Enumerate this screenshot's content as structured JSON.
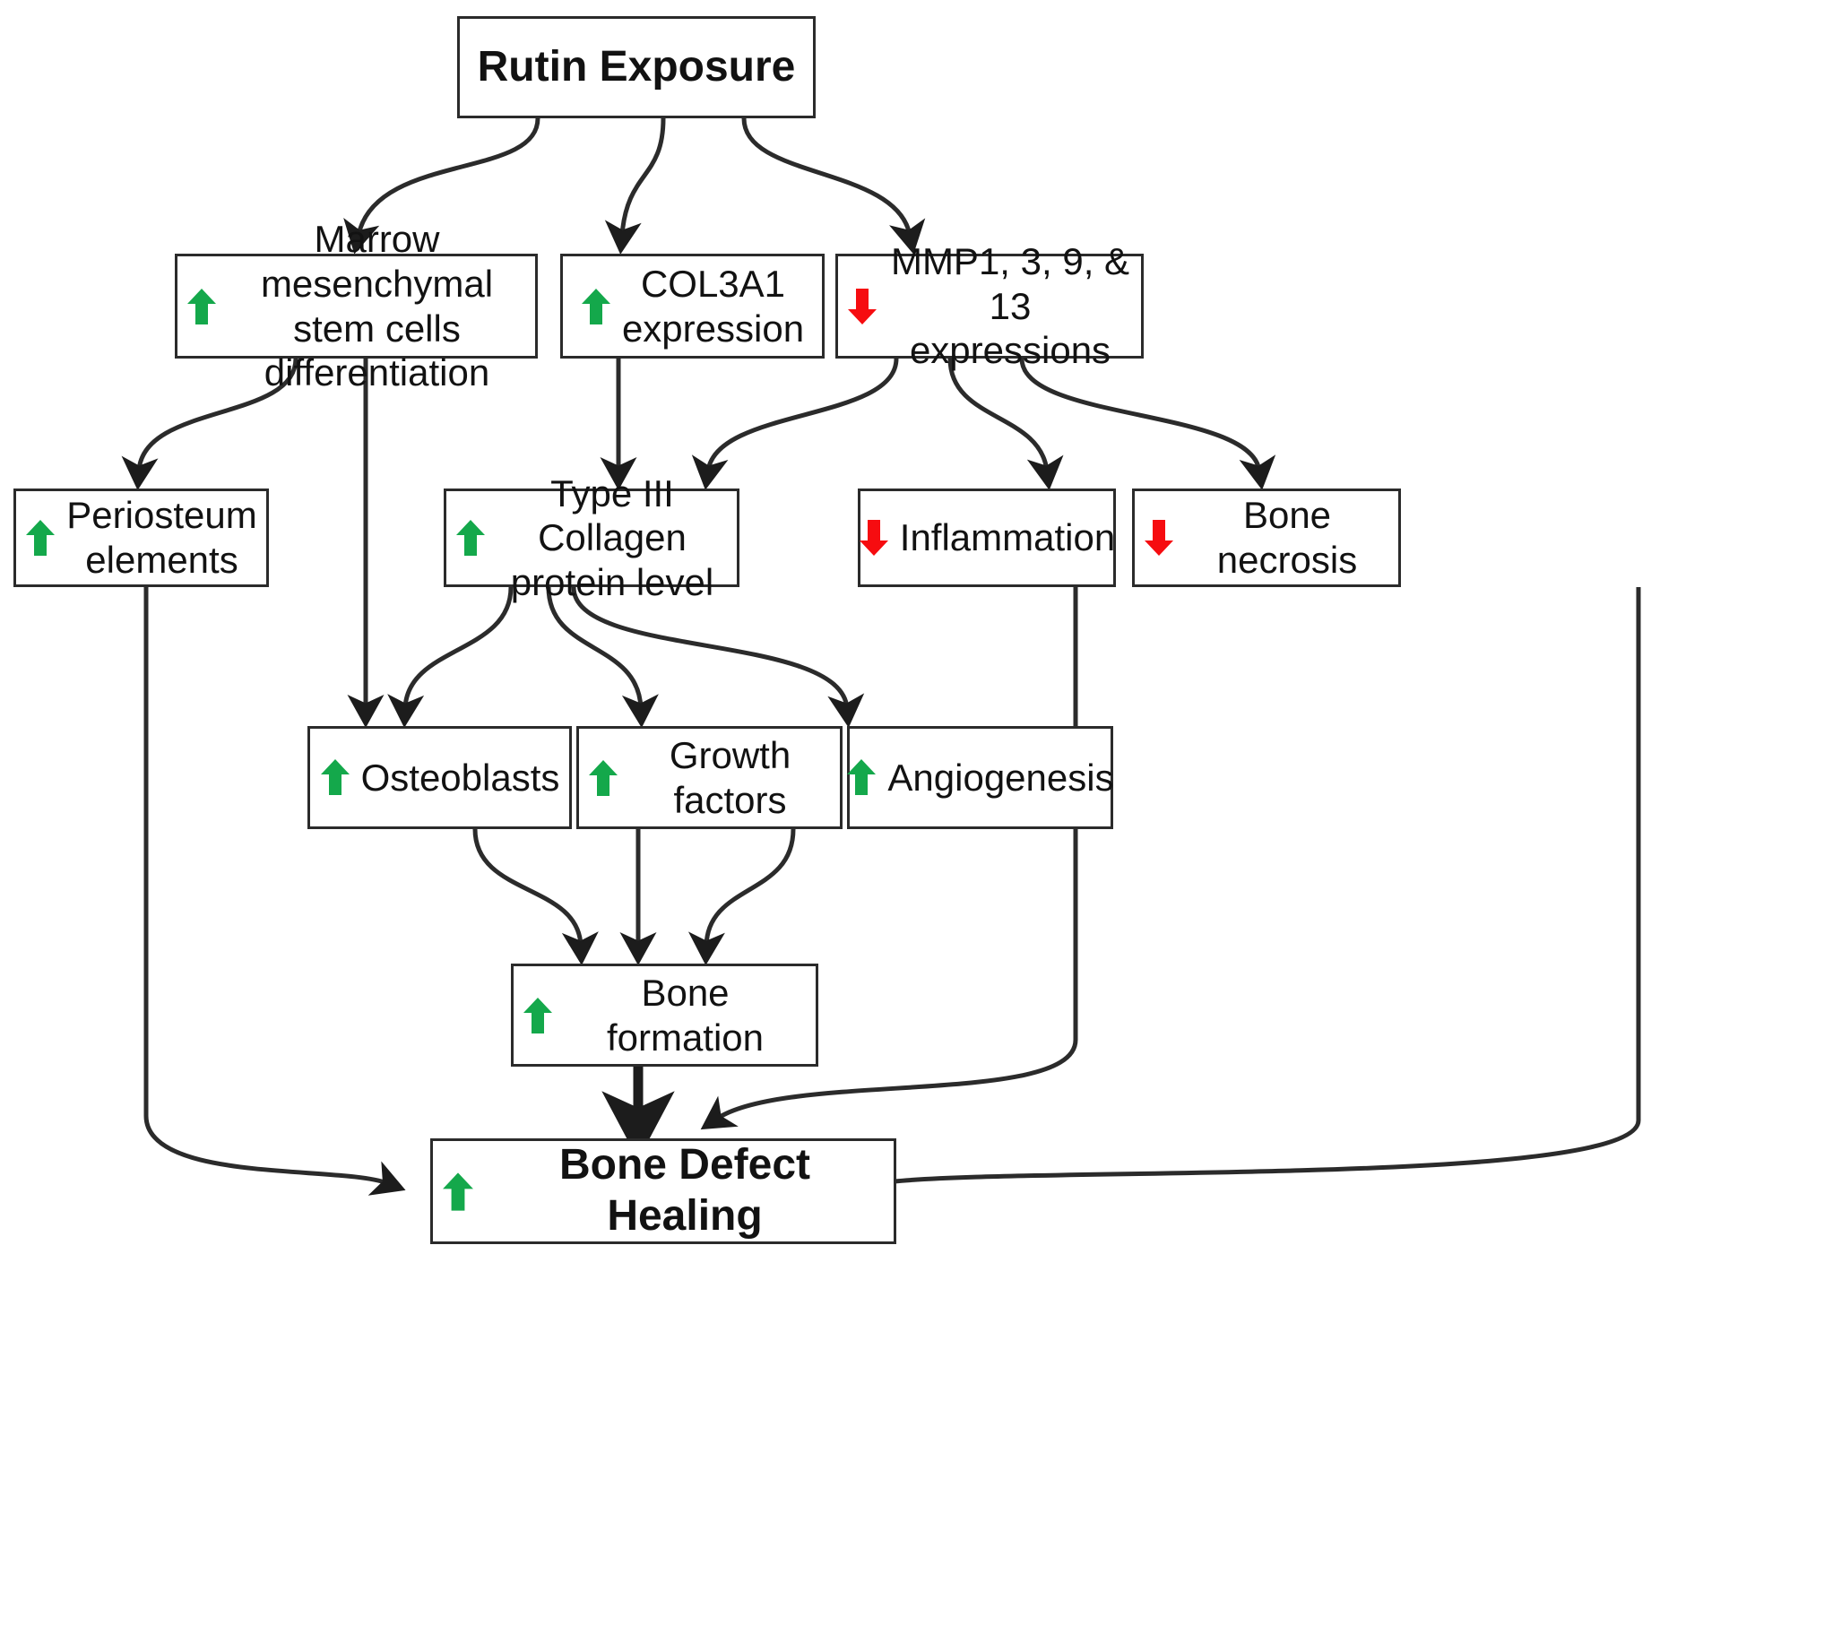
{
  "diagram": {
    "title": "Rutin Exposure bone defect healing pathway flowchart",
    "icons": {
      "up": "green-up-arrow-icon",
      "down": "red-down-arrow-icon"
    },
    "colors": {
      "up_arrow": "#14a84b",
      "down_arrow": "#f60c10",
      "box_border": "#2b2b2b",
      "text": "#121212",
      "edge": "#2b2b2b",
      "background": "#ffffff"
    }
  },
  "nodes": {
    "rutin_exposure": {
      "label": "Rutin Exposure",
      "direction": "none"
    },
    "marrow_msc": {
      "label": "Marrow mesenchymal\nstem cells differentiation",
      "direction": "up"
    },
    "col3a1": {
      "label": "COL3A1\nexpression",
      "direction": "up"
    },
    "mmp": {
      "label": "MMP1, 3, 9, & 13\nexpressions",
      "direction": "down"
    },
    "periosteum": {
      "label": "Periosteum\nelements",
      "direction": "up"
    },
    "type3_collagen": {
      "label": "Type III Collagen\nprotein level",
      "direction": "up"
    },
    "inflammation": {
      "label": "Inflammation",
      "direction": "down"
    },
    "bone_necrosis": {
      "label": "Bone necrosis",
      "direction": "down"
    },
    "osteoblasts": {
      "label": "Osteoblasts",
      "direction": "up"
    },
    "growth_factors": {
      "label": "Growth factors",
      "direction": "up"
    },
    "angiogenesis": {
      "label": "Angiogenesis",
      "direction": "up"
    },
    "bone_formation": {
      "label": "Bone formation",
      "direction": "up"
    },
    "bone_defect_healing": {
      "label": "Bone Defect Healing",
      "direction": "up"
    }
  },
  "edges": [
    {
      "from": "rutin_exposure",
      "to": "marrow_msc"
    },
    {
      "from": "rutin_exposure",
      "to": "col3a1"
    },
    {
      "from": "rutin_exposure",
      "to": "mmp"
    },
    {
      "from": "marrow_msc",
      "to": "periosteum"
    },
    {
      "from": "marrow_msc",
      "to": "osteoblasts"
    },
    {
      "from": "col3a1",
      "to": "type3_collagen"
    },
    {
      "from": "mmp",
      "to": "type3_collagen"
    },
    {
      "from": "mmp",
      "to": "inflammation"
    },
    {
      "from": "mmp",
      "to": "bone_necrosis"
    },
    {
      "from": "type3_collagen",
      "to": "osteoblasts"
    },
    {
      "from": "type3_collagen",
      "to": "growth_factors"
    },
    {
      "from": "type3_collagen",
      "to": "angiogenesis"
    },
    {
      "from": "osteoblasts",
      "to": "bone_formation"
    },
    {
      "from": "growth_factors",
      "to": "bone_formation"
    },
    {
      "from": "angiogenesis",
      "to": "bone_formation"
    },
    {
      "from": "bone_formation",
      "to": "bone_defect_healing"
    },
    {
      "from": "periosteum",
      "to": "bone_defect_healing"
    },
    {
      "from": "inflammation",
      "to": "bone_defect_healing"
    },
    {
      "from": "bone_necrosis",
      "to": "bone_defect_healing"
    }
  ]
}
